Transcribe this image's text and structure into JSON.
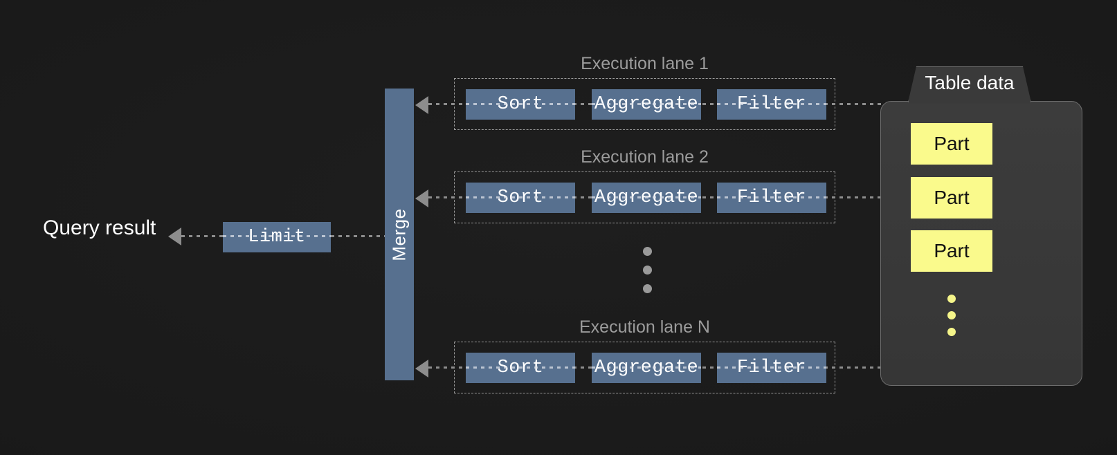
{
  "diagram": {
    "title": "Parallel query execution pipeline",
    "background_color": "#1a1a1a",
    "accent_color": "#57708f",
    "part_color": "#fafa8c",
    "line_color": "#8d8d8d"
  },
  "query_result": {
    "label": "Query result"
  },
  "limit": {
    "label": "Limit"
  },
  "merge": {
    "label": "Merge"
  },
  "lanes": [
    {
      "label": "Execution lane 1",
      "operators": [
        {
          "label": "Sort"
        },
        {
          "label": "Aggregate"
        },
        {
          "label": "Filter"
        }
      ]
    },
    {
      "label": "Execution lane 2",
      "operators": [
        {
          "label": "Sort"
        },
        {
          "label": "Aggregate"
        },
        {
          "label": "Filter"
        }
      ]
    },
    {
      "label": "Execution lane N",
      "operators": [
        {
          "label": "Sort"
        },
        {
          "label": "Aggregate"
        },
        {
          "label": "Filter"
        }
      ]
    }
  ],
  "lane_ellipsis": {
    "dots": 3,
    "color": "#9a9a9a"
  },
  "table_data": {
    "title": "Table data",
    "parts": [
      {
        "label": "Part"
      },
      {
        "label": "Part"
      },
      {
        "label": "Part"
      }
    ],
    "ellipsis": {
      "dots": 3,
      "color": "#f5f58a"
    }
  }
}
